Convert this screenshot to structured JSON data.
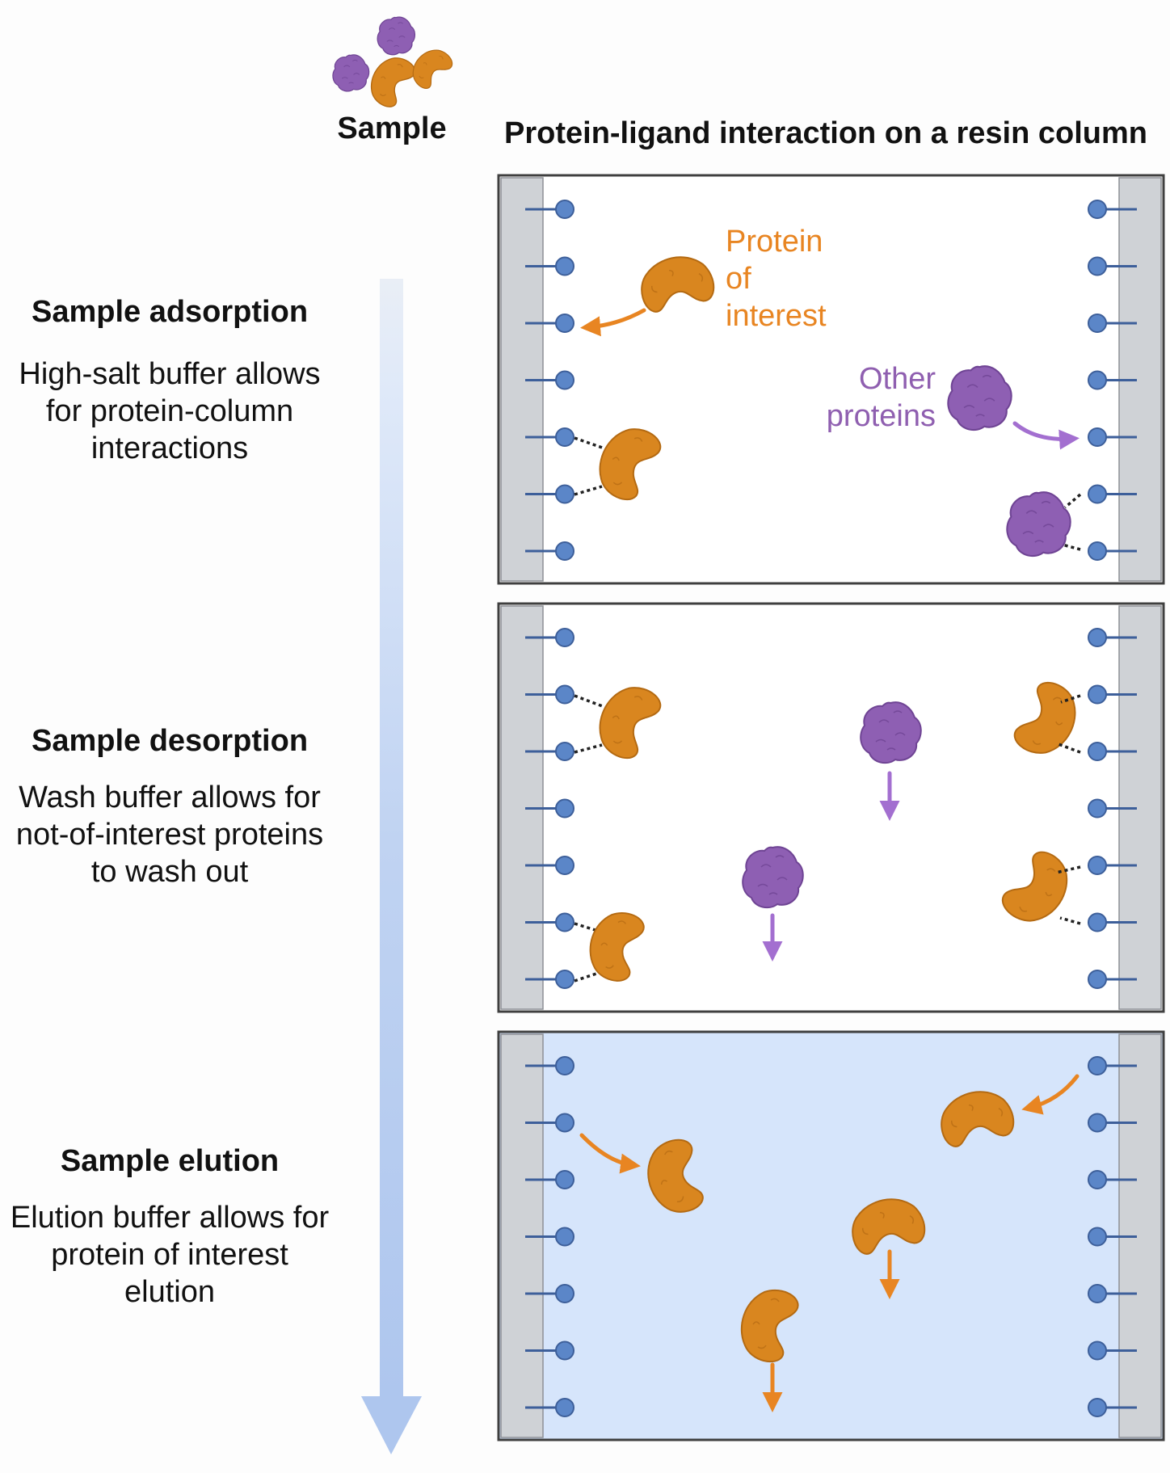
{
  "sample_label": "Sample",
  "title": "Protein-ligand interaction on a resin column",
  "stages": [
    {
      "title": "Sample adsorption",
      "description": "High-salt buffer allows\nfor protein-column\ninteractions"
    },
    {
      "title": "Sample desorption",
      "description": "Wash buffer allows for\nnot-of-interest proteins\nto wash out"
    },
    {
      "title": "Sample elution",
      "description": "Elution buffer allows for\nprotein of interest\nelution"
    }
  ],
  "labels": {
    "protein_of_interest": "Protein\nof\ninterest",
    "other_proteins": "Other\nproteins"
  },
  "colors": {
    "protein_of_interest": "#d9861f",
    "other_proteins": "#8e5fb3",
    "ligand": "#5b86c8",
    "column_wall": "#cfd2d6",
    "elution_fill": "#d6e5fb",
    "gradient_arrow": "#b3caee"
  }
}
